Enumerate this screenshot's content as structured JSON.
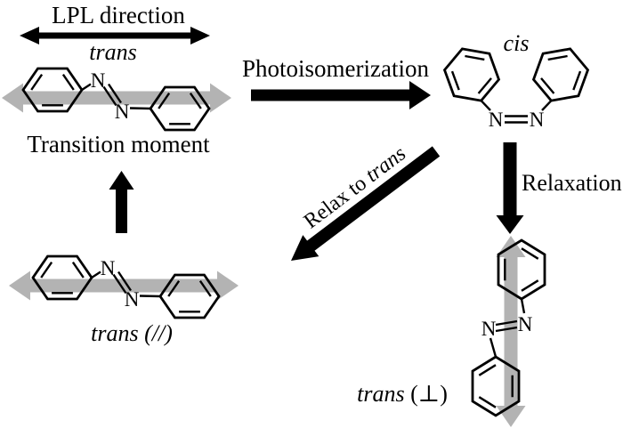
{
  "figure": {
    "top_left": {
      "lpl_direction": "LPL direction",
      "trans": "trans",
      "transition_moment": "Transition moment"
    },
    "molecules": {
      "nitrogen": "N"
    },
    "processes": {
      "photoisomerization": "Photoisomerization",
      "relaxation": "Relaxation",
      "relax_to_prefix": "Relax to ",
      "relax_to_emphasis": "trans"
    },
    "states": {
      "cis": "cis",
      "trans_parallel": "trans",
      "trans_parallel_suffix": " (//)",
      "trans_perpendicular": "trans",
      "trans_perpendicular_suffix": " (⊥)"
    },
    "colors": {
      "ink": "#000000",
      "polarization_arrow": "#b3b3b3",
      "background": "#ffffff"
    }
  }
}
